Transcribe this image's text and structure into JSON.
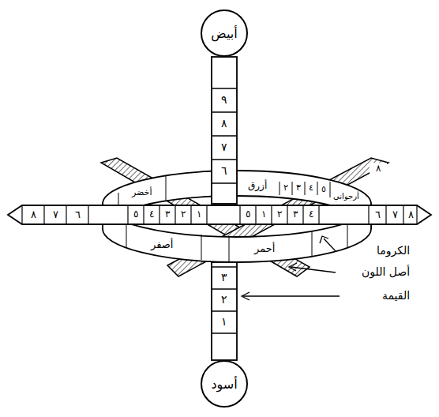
{
  "diagram": {
    "nodes": [
      {
        "text": [
          "أبيض"
        ]
      },
      {
        "text": [
          "أسود"
        ]
      }
    ],
    "labels": [
      "٩",
      "٨",
      "٧",
      "٦",
      "٣",
      "٢",
      "١",
      "أزرق",
      "٢",
      "٣",
      "٤",
      "٥",
      "أرجواني",
      "٨",
      "أخضر",
      "٨",
      "٧",
      "٦",
      "٥",
      "٤",
      "٣",
      "٢",
      "١",
      "٥",
      "١",
      "٢",
      "٣",
      "٤",
      "٦",
      "٧",
      "٨",
      "أصفر",
      "أحمر",
      "الكروما",
      "أصل اللون",
      "القيمة"
    ]
  }
}
